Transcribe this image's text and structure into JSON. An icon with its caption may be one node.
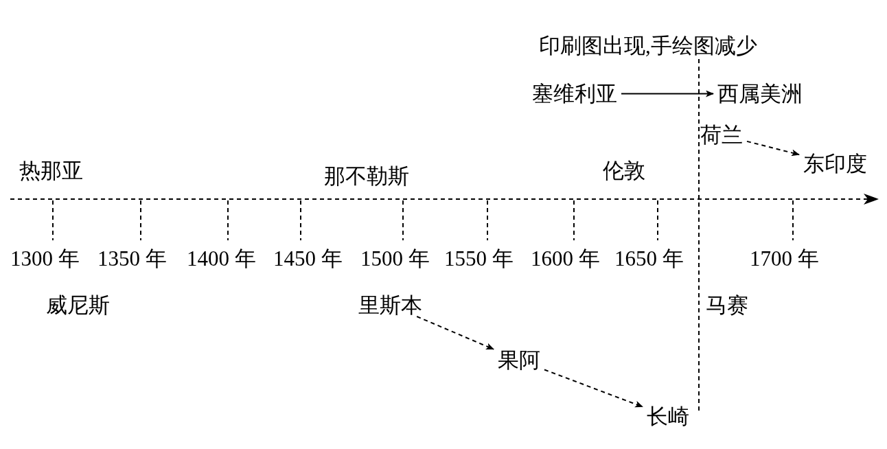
{
  "diagram": {
    "nodes": [
      {
        "text": [
          "塞维利亚"
        ]
      },
      {
        "text": [
          "西属美洲"
        ]
      },
      {
        "text": [
          "荷兰"
        ]
      },
      {
        "text": [
          "东印度"
        ]
      },
      {
        "text": [
          "里斯本"
        ]
      },
      {
        "text": [
          "果阿"
        ]
      },
      {
        "text": [
          "长崎"
        ]
      }
    ],
    "edges": [
      {
        "from": 0,
        "to": 1,
        "arrow": "to"
      },
      {
        "from": 2,
        "to": 3,
        "arrow": "to",
        "style": "dashed"
      },
      {
        "from": 4,
        "to": 5,
        "arrow": "to",
        "style": "dashed"
      },
      {
        "from": 5,
        "to": 6,
        "arrow": "to",
        "style": "dashed"
      }
    ],
    "labels": [
      "印刷图出现,手绘图减少",
      "热那亚",
      "那不勒斯",
      "伦敦",
      "1300 年",
      "1350 年",
      "1400 年",
      "1450 年",
      "1500 年",
      "1550 年",
      "1600 年",
      "1650 年",
      "1700 年",
      "威尼斯",
      "马赛"
    ]
  }
}
